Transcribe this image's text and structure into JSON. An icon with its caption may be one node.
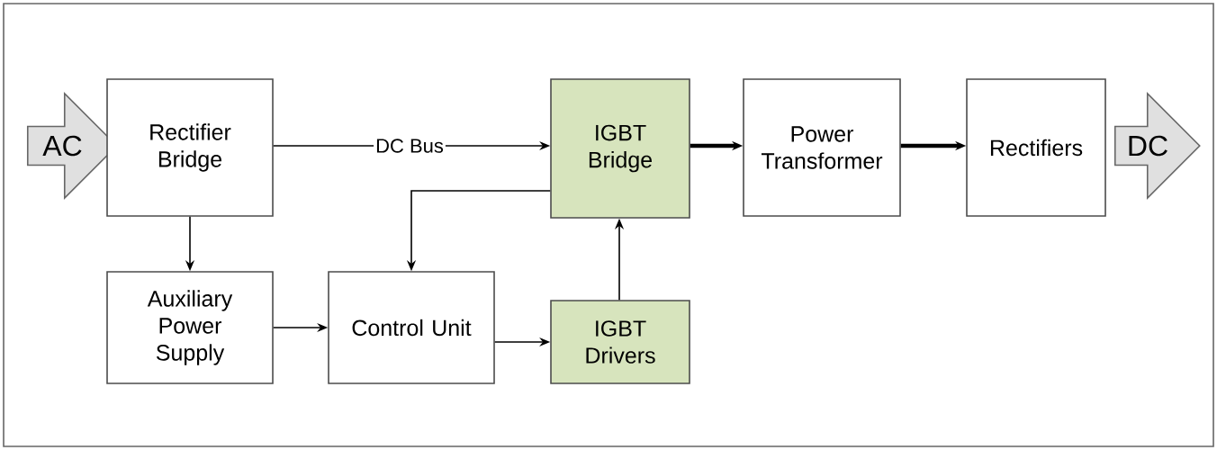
{
  "diagram": {
    "nodes": [
      {
        "text": [
          "AC"
        ]
      },
      {
        "text": [
          "Rectifier Bridge"
        ]
      },
      {
        "text": [
          "IGBT Bridge"
        ]
      },
      {
        "text": [
          "Power Transformer"
        ]
      },
      {
        "text": [
          "Rectifiers"
        ]
      },
      {
        "text": [
          "DC"
        ]
      },
      {
        "text": [
          "Auxiliary Power Supply"
        ]
      },
      {
        "text": [
          "Control Unit"
        ]
      },
      {
        "text": [
          "IGBT Drivers"
        ]
      }
    ],
    "edges": [
      {
        "from": 1,
        "to": 2,
        "arrow": "to",
        "label": "DC Bus"
      },
      {
        "from": 2,
        "to": 3,
        "arrow": "to",
        "style": "thick"
      },
      {
        "from": 3,
        "to": 4,
        "arrow": "to",
        "style": "thick"
      },
      {
        "from": 1,
        "to": 6,
        "arrow": "to"
      },
      {
        "from": 6,
        "to": 7,
        "arrow": "to"
      },
      {
        "from": 7,
        "to": 8,
        "arrow": "to"
      },
      {
        "from": 8,
        "to": 2,
        "arrow": "to"
      },
      {
        "from": 2,
        "to": 7,
        "arrow": "to"
      }
    ]
  }
}
